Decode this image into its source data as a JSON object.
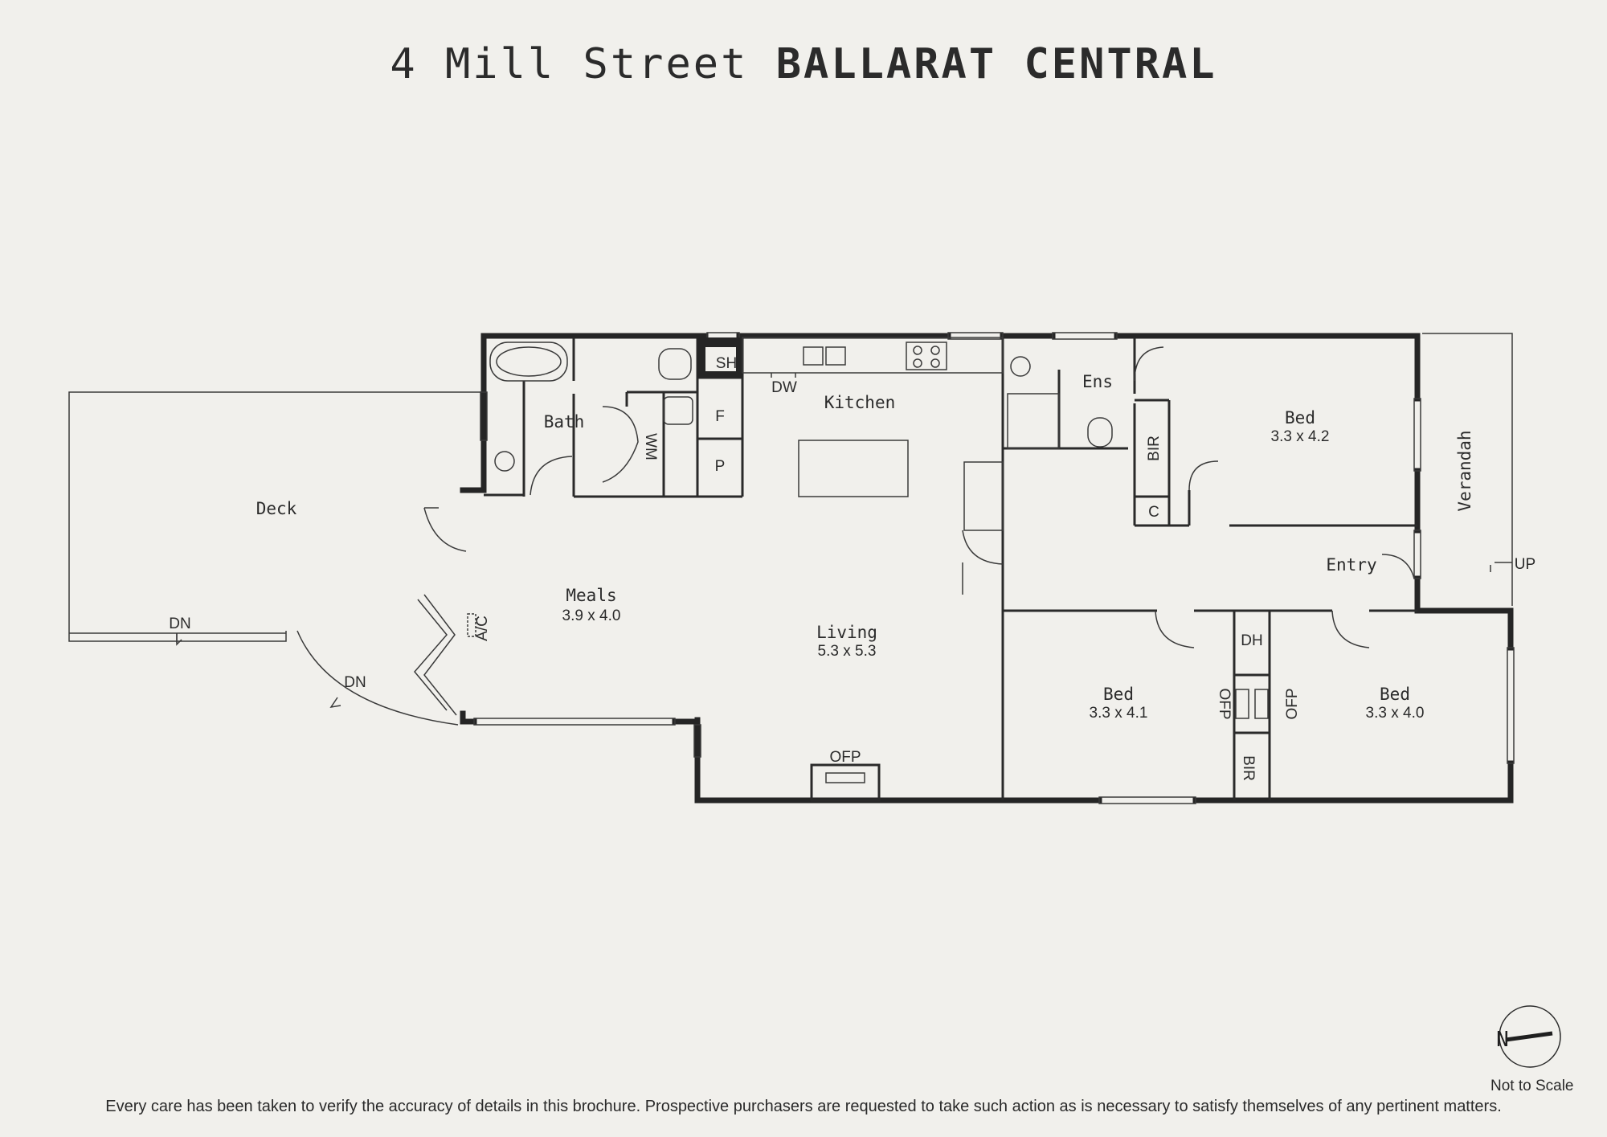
{
  "title": {
    "street": "4 Mill Street",
    "suburb": "BALLARAT CENTRAL"
  },
  "rooms": {
    "deck": "Deck",
    "bath": "Bath",
    "kitchen": "Kitchen",
    "meals": "Meals",
    "meals_dim": "3.9 x 4.0",
    "living": "Living",
    "living_dim": "5.3 x 5.3",
    "ens": "Ens",
    "bed1": "Bed",
    "bed1_dim": "3.3 x 4.2",
    "bed2": "Bed",
    "bed2_dim": "3.3 x 4.1",
    "bed3": "Bed",
    "bed3_dim": "3.3 x 4.0",
    "entry": "Entry",
    "verandah": "Verandah"
  },
  "fixtures": {
    "sh": "SH",
    "dw": "DW",
    "f": "F",
    "p": "P",
    "wm": "WM",
    "bir1": "BIR",
    "c": "C",
    "dh": "DH",
    "ofp_left": "OFP",
    "ofp_right": "OFP",
    "bir2": "BIR",
    "ofp_living": "OFP",
    "ac": "A/C",
    "dn1": "DN",
    "dn2": "DN",
    "up": "UP"
  },
  "compass": {
    "letter": "N"
  },
  "footer": {
    "not_to_scale": "Not to Scale",
    "disclaimer": "Every care has been taken to verify the accuracy of details in this brochure. Prospective purchasers are requested to take such action as is necessary to satisfy themselves of any pertinent matters."
  }
}
